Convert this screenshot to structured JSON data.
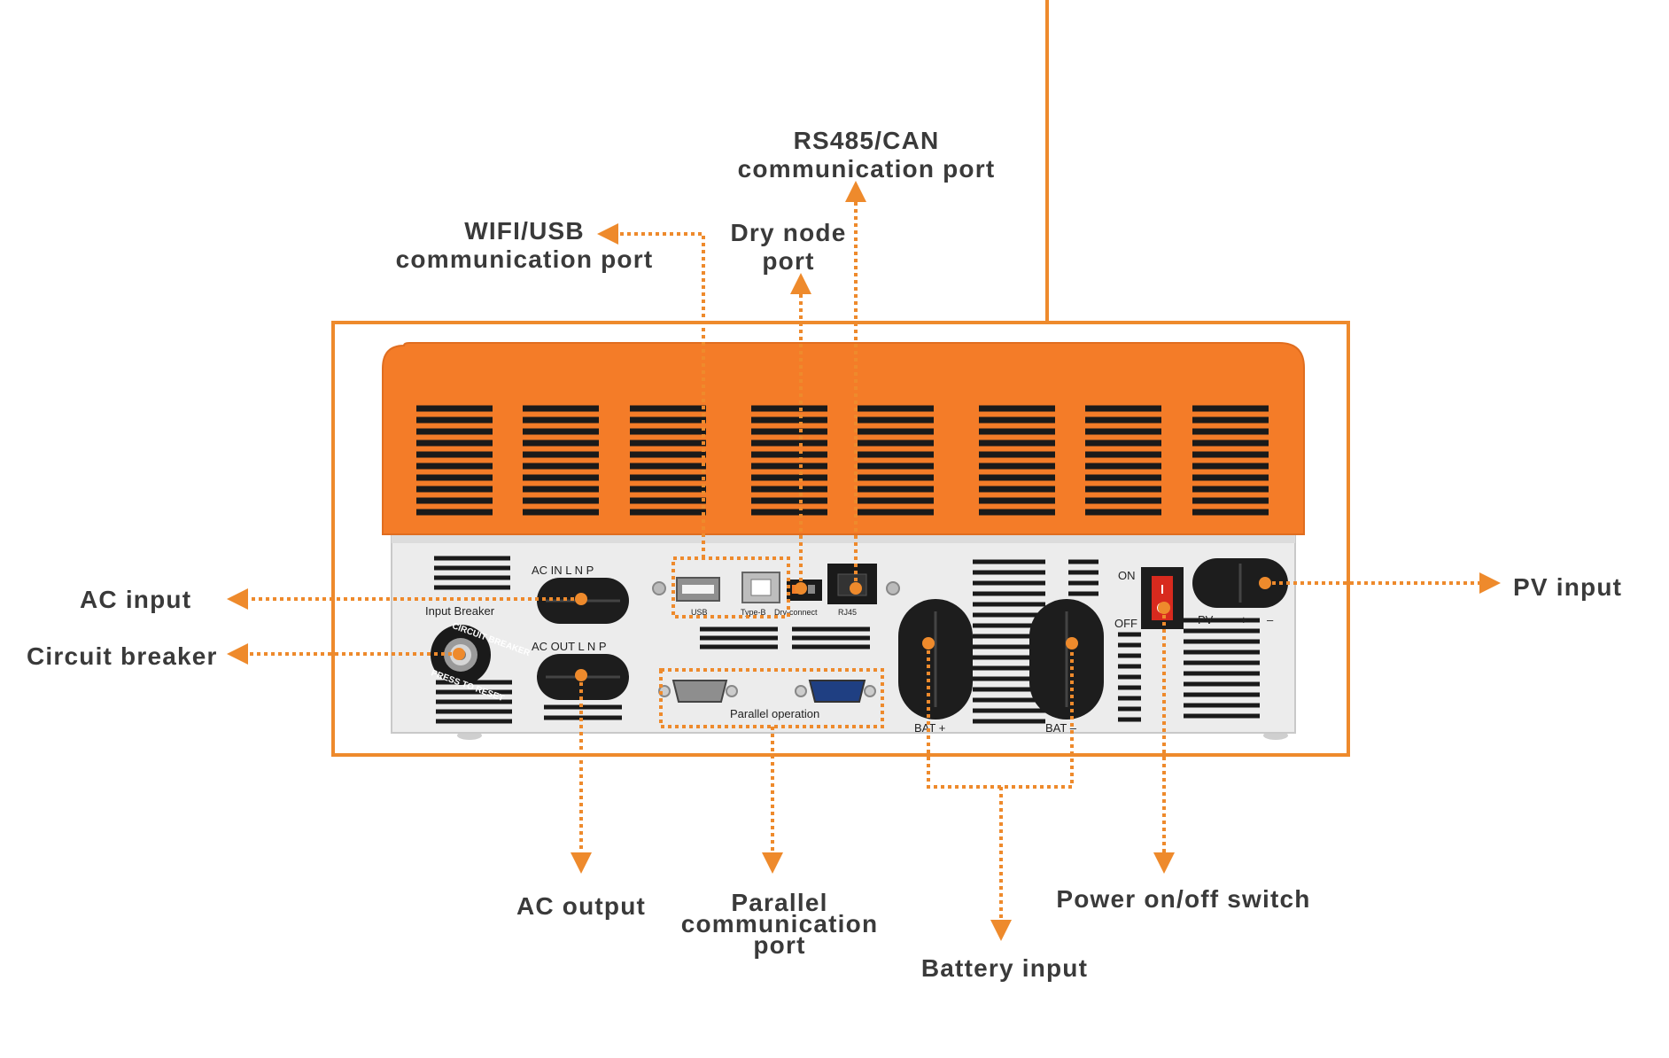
{
  "callouts": {
    "rs485_line1": "RS485/CAN",
    "rs485_line2": "communication port",
    "wifi_line1": "WIFI/USB",
    "wifi_line2": "communication port",
    "dry_line1": "Dry node",
    "dry_line2": "port",
    "ac_input": "AC input",
    "circuit_breaker": "Circuit breaker",
    "pv_input": "PV input",
    "ac_output": "AC output",
    "parallel_line1": "Parallel",
    "parallel_line2": "communication",
    "parallel_line3": "port",
    "power_switch": "Power on/off switch",
    "battery_input": "Battery input"
  },
  "panel": {
    "ac_in": "AC  IN   L   N   P",
    "ac_out": "AC  OUT   L   N   P",
    "input_breaker": "Input  Breaker",
    "breaker_ring_top": "CIRCUIT BREAKER",
    "breaker_ring_bottom": "PRESS TO RESET",
    "usb": "USB",
    "type_b": "Type-B",
    "dry_connect": "Dry-connect",
    "rj45": "RJ45",
    "parallel_operation": "Parallel   operation",
    "switch_on": "ON",
    "switch_off": "OFF",
    "pv": "PV",
    "pv_plus": "+",
    "pv_minus": "–",
    "bat_plus": "BAT  +",
    "bat_minus": "BAT  –"
  },
  "colors": {
    "accent": "#ee8a2c",
    "housing": "#f47c28",
    "panel": "#ececec",
    "text": "#3a3a3a"
  }
}
